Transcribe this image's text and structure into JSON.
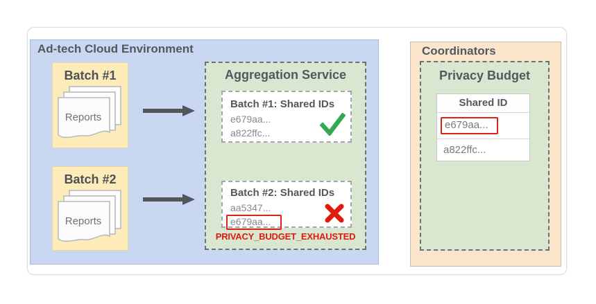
{
  "palette": {
    "adtech_fill": "#c9d7f3",
    "batch_fill": "#fdecb9",
    "service_fill": "#d9e7d1",
    "coordinators_fill": "#fbe5cb",
    "error_red": "#e02014",
    "success_green": "#34a853",
    "arrow_gray": "#55565a"
  },
  "icons": {
    "success": "check-icon",
    "failure": "x-icon",
    "flow": "arrow-right-icon",
    "reports": "document-stack-icon"
  },
  "adtech": {
    "title": "Ad-tech Cloud Environment",
    "batches": [
      {
        "title": "Batch #1",
        "doc_label": "Reports"
      },
      {
        "title": "Batch #2",
        "doc_label": "Reports"
      }
    ],
    "aggregation": {
      "title": "Aggregation Service",
      "results": [
        {
          "title": "Batch #1: Shared IDs",
          "ids": [
            "e679aa...",
            "a822ffc..."
          ],
          "status": "success"
        },
        {
          "title": "Batch #2: Shared IDs",
          "ids": [
            "aa5347...",
            "e679aa..."
          ],
          "status": "failure",
          "flagged_id": "e679aa..."
        }
      ],
      "error_label": "PRIVACY_BUDGET_EXHAUSTED"
    }
  },
  "coordinators": {
    "title": "Coordinators",
    "privacy_budget": {
      "title": "Privacy Budget",
      "table": {
        "header": "Shared ID",
        "rows": [
          {
            "id": "e679aa...",
            "flagged": true
          },
          {
            "id": "a822ffc...",
            "flagged": false
          }
        ]
      }
    }
  }
}
